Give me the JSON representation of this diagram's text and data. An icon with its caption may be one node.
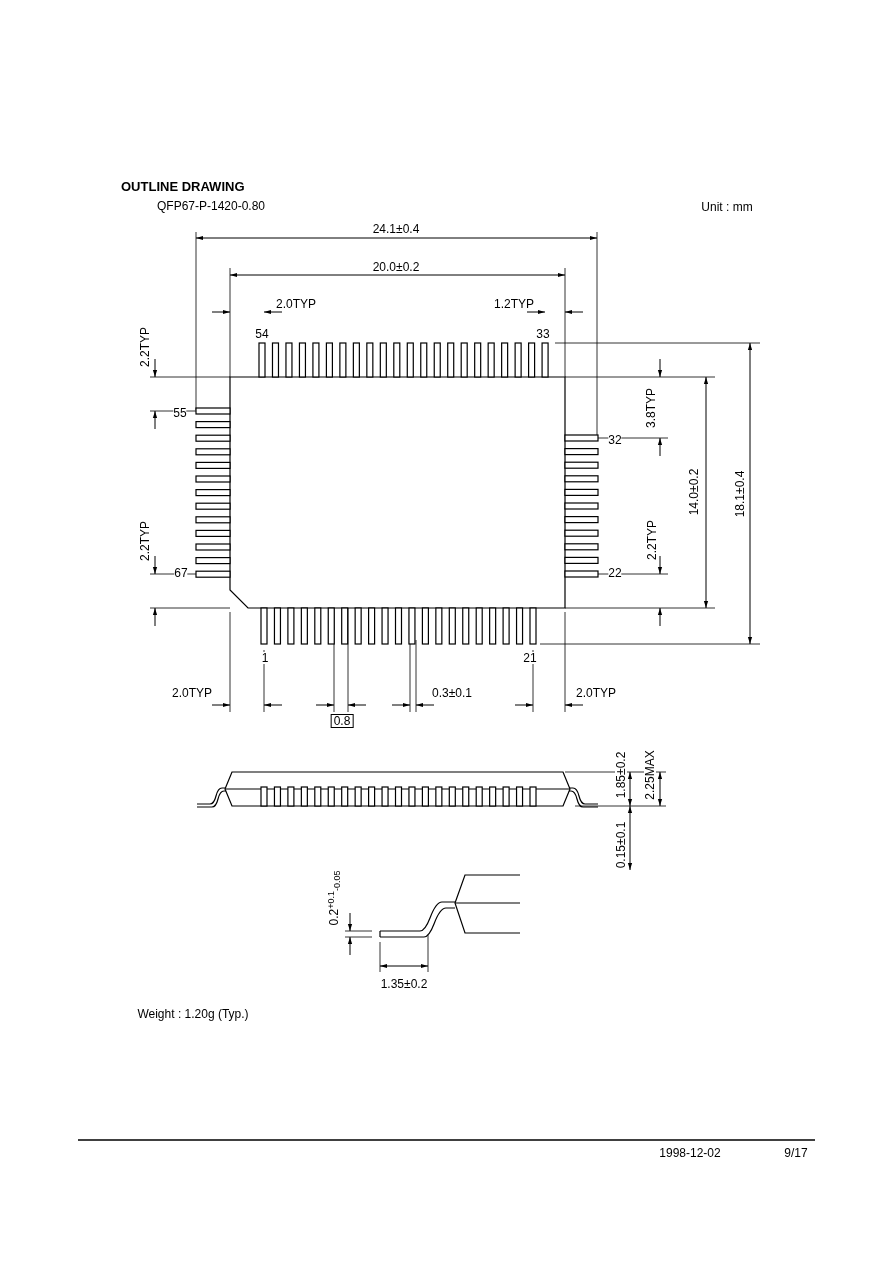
{
  "diagram": {
    "title": "OUTLINE DRAWING",
    "labels": [
      "QFP67-P-1420-0.80",
      "Unit : mm",
      "24.1±0.4",
      "20.0±0.2",
      "2.0TYP",
      "1.2TYP",
      "54",
      "33",
      "2.2TYP",
      "55",
      "3.8TYP",
      "32",
      "14.0±0.2",
      "18.1±0.4",
      "2.2TYP",
      "2.2TYP",
      "67",
      "22",
      "1",
      "21",
      "2.0TYP",
      "0.3±0.1",
      "2.0TYP",
      "0.8",
      "1.85±0.2",
      "2.25MAX",
      "0.15±0.1",
      "0.2$^{+0.1}$$_{-0.05}$",
      "1.35±0.2",
      "Weight : 1.20g (Typ.)",
      "1998-12-02",
      "9/17"
    ]
  }
}
